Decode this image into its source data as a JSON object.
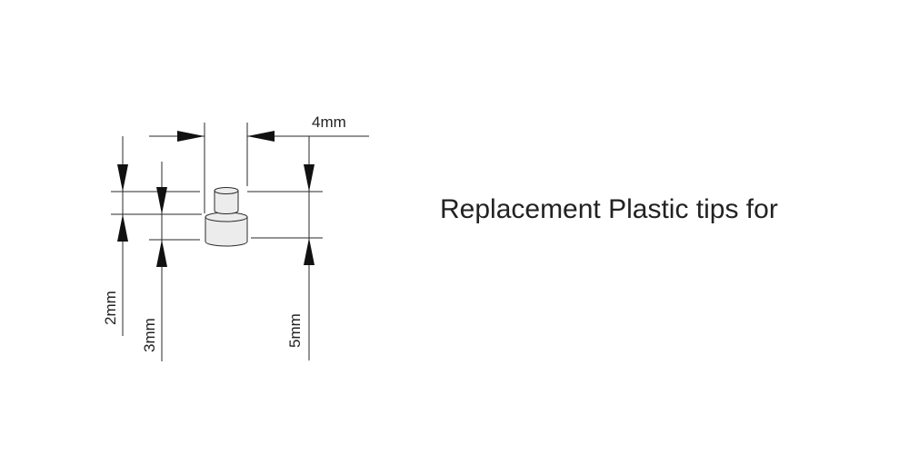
{
  "diagram": {
    "caption": "Replacement Plastic tips for",
    "dimensions": {
      "width_top": "4mm",
      "height_left": "2mm",
      "height_middle": "3mm",
      "height_right": "5mm"
    }
  },
  "colors": {
    "line": "#2a2a2a",
    "arrow": "#111111",
    "part_fill": "#ececec",
    "text": "#222222",
    "background": "#ffffff"
  }
}
